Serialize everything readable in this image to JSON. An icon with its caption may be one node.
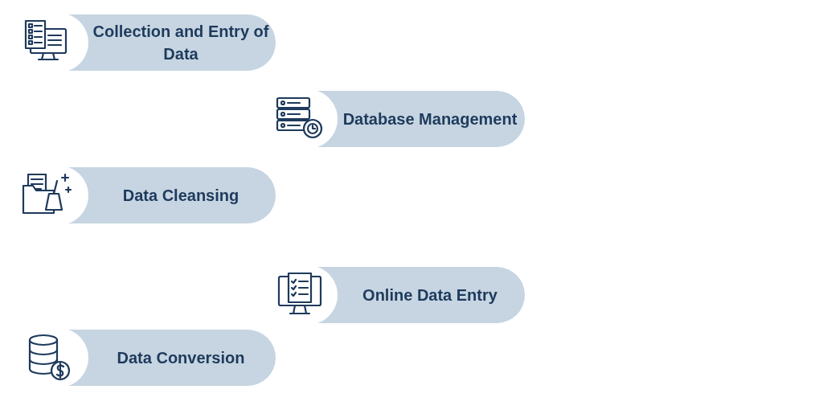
{
  "diagram": {
    "nodes": [
      {
        "text": [
          "Collection and Entry of Data"
        ]
      },
      {
        "text": [
          "Database Management"
        ]
      },
      {
        "text": [
          "Data Cleansing"
        ]
      },
      {
        "text": [
          "Online Data Entry"
        ]
      },
      {
        "text": [
          "Data Conversion"
        ]
      }
    ]
  }
}
